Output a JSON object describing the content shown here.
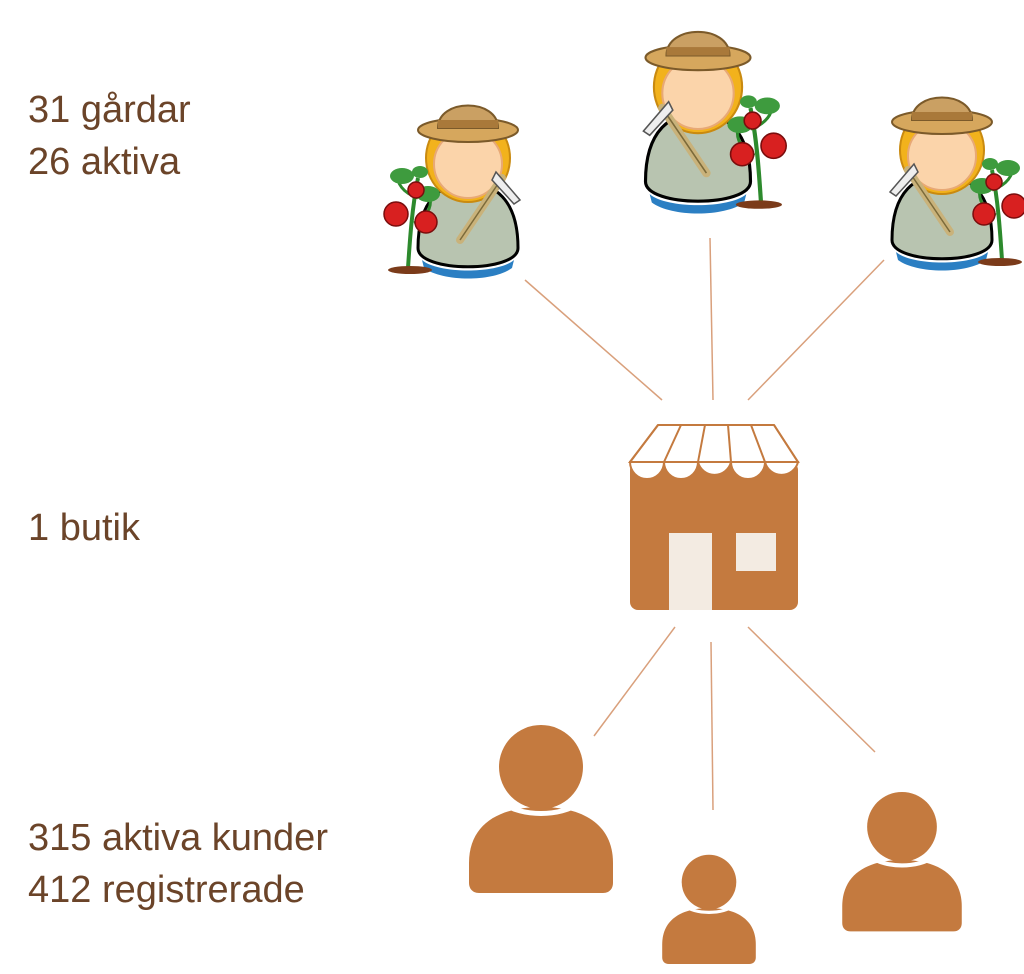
{
  "farms": {
    "total_text": "31 gårdar",
    "active_text": "26 aktiva"
  },
  "shop": {
    "count_text": "1 butik"
  },
  "customers": {
    "active_text": "315 aktiva kunder",
    "registered_text": "412 registrerade"
  },
  "colors": {
    "text": "#6b4429",
    "brand": "#c47a3f",
    "light": "#f3ebe2",
    "connector": "#d9a07c"
  },
  "icons": {
    "farmer": "farmer-icon",
    "shop": "shop-icon",
    "customer": "person-icon"
  }
}
